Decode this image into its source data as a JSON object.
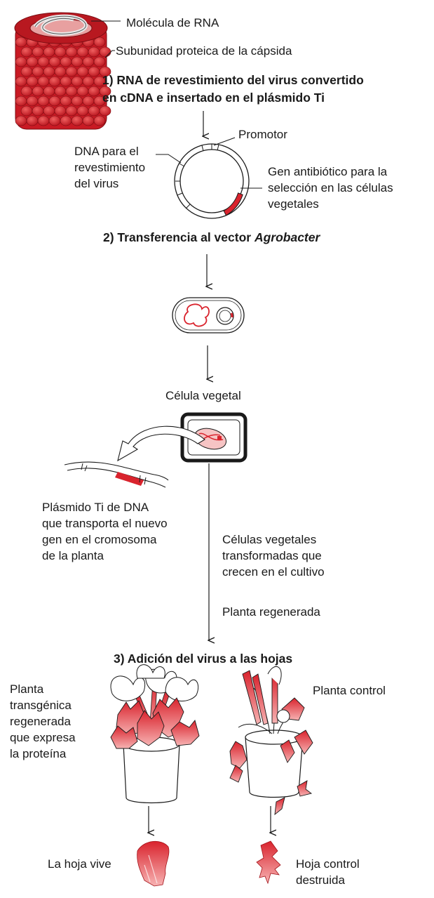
{
  "labels": {
    "rna_molecule": "Molécula de RNA",
    "capsid_subunit": "Subunidad proteica de la cápsida",
    "step1_line1": "1) RNA de revestimiento del virus convertido",
    "step1_line2": "en cDNA e insertado en el plásmido Ti",
    "promoter": "Promotor",
    "coat_dna": "DNA para el\nrevestimiento\ndel virus",
    "antibiotic_gene": "Gen antibiótico para la\nselección en las células\nvegetales",
    "step2_prefix": "2) Transferencia al vector ",
    "step2_italic": "Agrobacter",
    "plant_cell": "Célula vegetal",
    "ti_plasmid_dna": "Plásmido Ti de DNA\nque transporta el nuevo\ngen en el cromosoma\nde la planta",
    "transformed_cells": "Células vegetales\ntransformadas que\ncrecen en el cultivo",
    "regenerated_plant": "Planta regenerada",
    "step3": "3) Adición del virus a las hojas",
    "transgenic_plant": "Planta\ntransgénica\nregenerada\nque expresa\nla proteína",
    "control_plant": "Planta control",
    "leaf_lives": "La hoja vive",
    "leaf_destroyed": "Hoja control\ndestruida"
  },
  "colors": {
    "protein_red": "#d9232d",
    "light_red": "#f08a8a",
    "line": "#1a1a1a"
  }
}
